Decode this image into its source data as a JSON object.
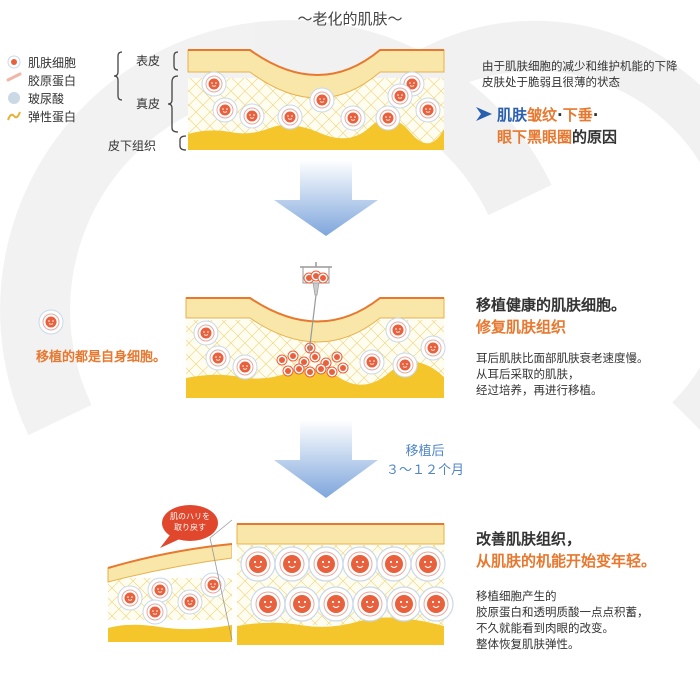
{
  "title": "～老化的肌肤～",
  "legend": {
    "items": [
      {
        "label": "肌肤细胞"
      },
      {
        "label": "胶原蛋白"
      },
      {
        "label": "玻尿酸"
      },
      {
        "label": "弹性蛋白"
      }
    ]
  },
  "layers": {
    "epidermis": "表皮",
    "dermis": "真皮",
    "subcutaneous": "皮下组织"
  },
  "section1": {
    "desc_line1": "由于肌肤细胞的减少和维护机能的下降",
    "desc_line2": "皮肤处于脆弱且很薄的状态",
    "headline_part1": "肌肤",
    "headline_part2": "皱纹",
    "headline_part3": "·",
    "headline_part4": "下垂",
    "headline_part5": "·",
    "headline_line2_part1": "眼下黑眼圈",
    "headline_line2_part2": "的原因"
  },
  "section2": {
    "heading": "移植健康的肌肤细胞。",
    "subheading": "修复肌肤组织",
    "desc_line1": "耳后肌肤比面部肌肤衰老速度慢。",
    "desc_line2": "从耳后采取的肌肤，",
    "desc_line3": "经过培养，再进行移植。",
    "left_note": "移植的都是自身细胞。"
  },
  "arrow2": {
    "line1": "移植后",
    "line2": "３～１２个月"
  },
  "section3": {
    "heading": "改善肌肤组织，",
    "subheading": "从肌肤的机能开始变年轻。",
    "desc_line1": "移植细胞产生的",
    "desc_line2": "胶原蛋白和透明质酸一点点积蓄，",
    "desc_line3": "不久就能看到肉眼的改变。",
    "desc_line4": "整体恢复肌肤弹性。",
    "bubble_line1": "肌のハリを",
    "bubble_line2": "取り戻す"
  },
  "colors": {
    "accent_orange": "#e8782f",
    "epidermis": "#f8e7a8",
    "fat": "#f5c52c",
    "cell": "#e8603c",
    "arrow_blue": "#7ea6dc",
    "headline_blue": "#2a5fb0"
  }
}
